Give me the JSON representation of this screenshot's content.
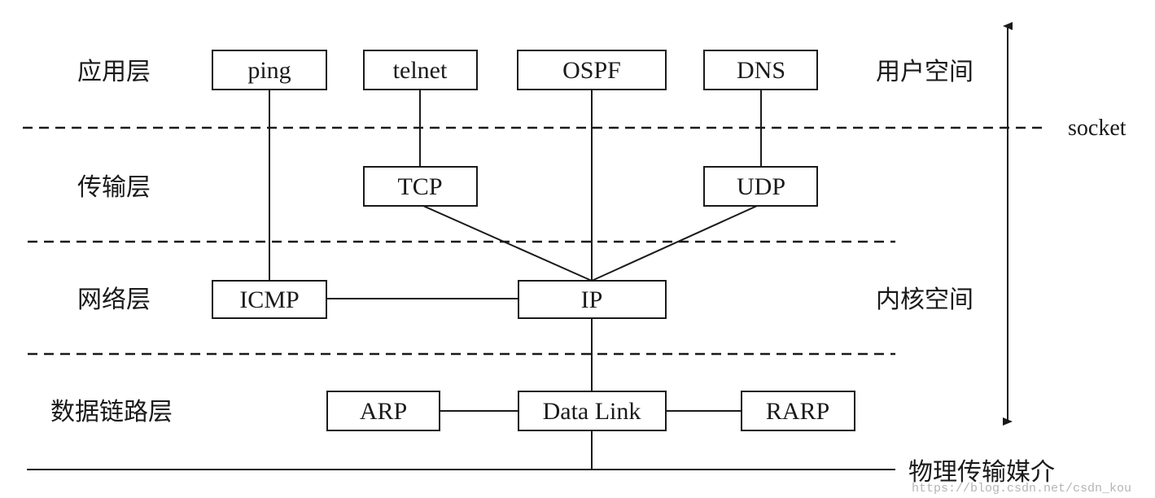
{
  "layers": {
    "application": "应用层",
    "transport": "传输层",
    "network": "网络层",
    "datalink": "数据链路层"
  },
  "spaces": {
    "user": "用户空间",
    "kernel": "内核空间"
  },
  "boundary": {
    "socket": "socket"
  },
  "medium": "物理传输媒介",
  "boxes": {
    "ping": "ping",
    "telnet": "telnet",
    "ospf": "OSPF",
    "dns": "DNS",
    "tcp": "TCP",
    "udp": "UDP",
    "icmp": "ICMP",
    "ip": "IP",
    "arp": "ARP",
    "datalink": "Data Link",
    "rarp": "RARP"
  },
  "watermark": "https://blog.csdn.net/csdn_kou"
}
